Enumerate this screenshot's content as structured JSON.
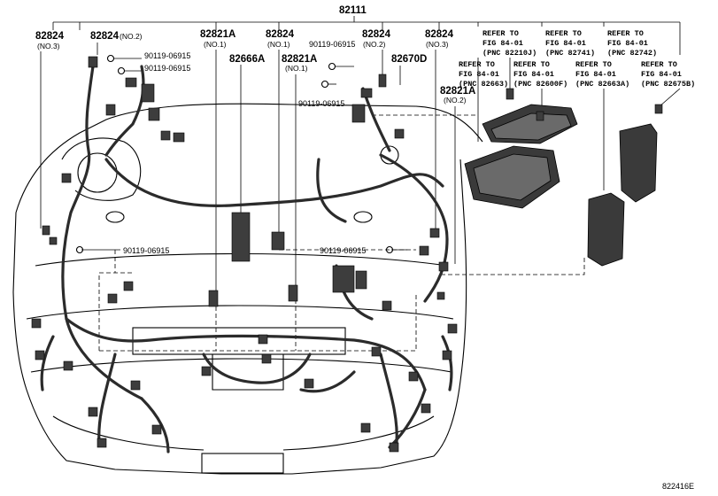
{
  "labels": {
    "main_assembly": "82111",
    "p82824_no3_left": "82824",
    "p82824_no3_left_sub": "(NO.3)",
    "p82824_no2_left": "82824",
    "p82824_no2_left_sub": "(NO.2)",
    "bolt_1": "90119-06915",
    "bolt_2": "90119-06915",
    "p82821a_no1_top": "82821A",
    "p82821a_no1_top_sub": "(NO.1)",
    "p82824_no1_center": "82824",
    "p82824_no1_center_sub": "(NO.1)",
    "p82666a": "82666A",
    "p82821a_no1_center": "82821A",
    "p82821a_no1_center_sub": "(NO.1)",
    "bolt_3": "90119-06915",
    "p82824_no2_center": "82824",
    "p82824_no2_center_sub": "(NO.2)",
    "bolt_4": "90119-06915",
    "p82670d": "82670D",
    "p82824_no3_right": "82824",
    "p82824_no3_right_sub": "(NO.3)",
    "p82821a_no2": "82821A",
    "p82821a_no2_sub": "(NO.2)",
    "bolt_5": "90119-06915",
    "bolt_6": "90119-06915"
  },
  "refer_boxes": [
    {
      "line1": "REFER TO",
      "line2": "FIG 84-01",
      "line3": "(PNC 82210J)"
    },
    {
      "line1": "REFER TO",
      "line2": "FIG 84-01",
      "line3": "(PNC 82741)"
    },
    {
      "line1": "REFER TO",
      "line2": "FIG 84-01",
      "line3": "(PNC 82742)"
    },
    {
      "line1": "REFER TO",
      "line2": "FIG 84-01",
      "line3": "(PNC 82663)"
    },
    {
      "line1": "REFER TO",
      "line2": "FIG 84-01",
      "line3": "(PNC 82600F)"
    },
    {
      "line1": "REFER TO",
      "line2": "FIG 84-01",
      "line3": "(PNC 82663A)"
    },
    {
      "line1": "REFER TO",
      "line2": "FIG 84-01",
      "line3": "(PNC 82675B)"
    }
  ],
  "figure_code": "822416E"
}
